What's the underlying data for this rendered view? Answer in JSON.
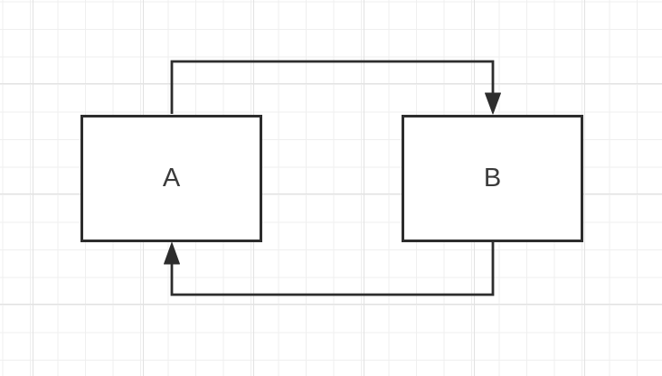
{
  "diagram": {
    "nodes": [
      {
        "id": "A",
        "label": "A"
      },
      {
        "id": "B",
        "label": "B"
      }
    ],
    "edges": [
      {
        "from": "A",
        "to": "B",
        "route": "over-the-top",
        "arrowhead": "filled-triangle-down-into-B-top"
      },
      {
        "from": "B",
        "to": "A",
        "route": "under-the-bottom",
        "arrowhead": "filled-triangle-up-into-A-bottom"
      }
    ],
    "colors": {
      "stroke": "#2d2d2d",
      "fill": "#ffffff",
      "label": "#3b3b3b",
      "grid_minor": "#efefef",
      "grid_major": "#e2e2e2",
      "background": "#ffffff"
    }
  }
}
